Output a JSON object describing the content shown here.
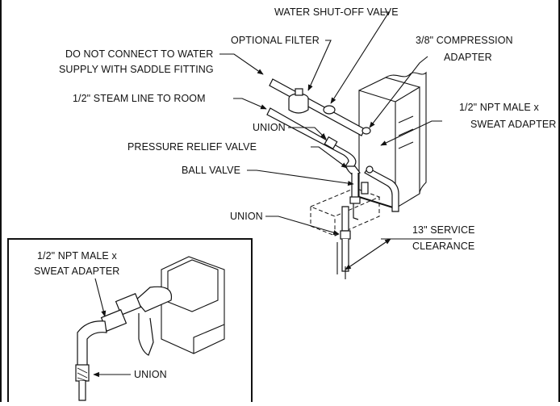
{
  "labels": {
    "water_shutoff": "WATER SHUT-OFF VALVE",
    "optional_filter": "OPTIONAL FILTER",
    "compression_line1": "3/8\" COMPRESSION",
    "compression_line2": "ADAPTER",
    "no_connect_line1": "DO NOT CONNECT TO WATER",
    "no_connect_line2": "SUPPLY WITH SADDLE FITTING",
    "steam_line": "1/2\" STEAM LINE TO ROOM",
    "npt_line1": "1/2\" NPT MALE x",
    "npt_line2": "SWEAT ADAPTER",
    "union_top": "UNION",
    "pressure_relief": "PRESSURE RELIEF VALVE",
    "ball_valve": "BALL VALVE",
    "union_mid": "UNION",
    "service_line1": "13\" SERVICE",
    "service_line2": "CLEARANCE"
  },
  "inset": {
    "npt_line1": "1/2\" NPT MALE x",
    "npt_line2": "SWEAT ADAPTER",
    "union": "UNION"
  }
}
